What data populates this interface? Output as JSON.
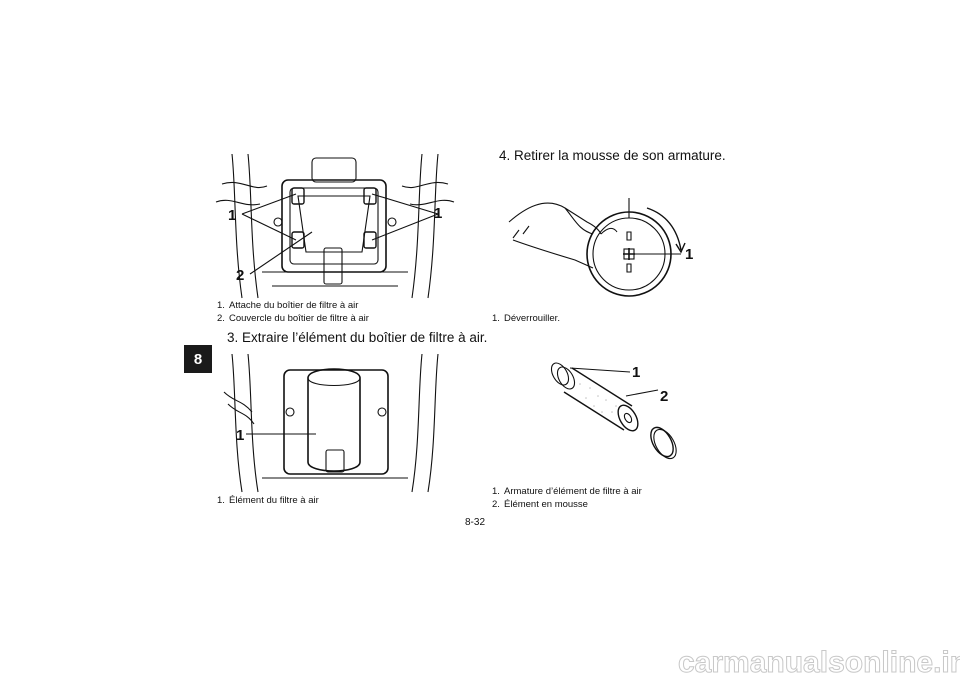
{
  "chapter_tab": "8",
  "figure1": {
    "callouts": [
      "1",
      "1",
      "2"
    ],
    "captions": [
      {
        "num": "1.",
        "text": "Attache du boîtier de filtre à air"
      },
      {
        "num": "2.",
        "text": "Couvercle du boîtier de filtre à air"
      }
    ]
  },
  "step3": {
    "num": "3.",
    "text": "Extraire l’élément du boîtier de filtre à air."
  },
  "figure2": {
    "callouts": [
      "1"
    ],
    "captions": [
      {
        "num": "1.",
        "text": "Élément du filtre à air"
      }
    ]
  },
  "step4": {
    "num": "4.",
    "text": "Retirer la mousse de son armature."
  },
  "figure3": {
    "callouts": [
      "1"
    ],
    "captions": [
      {
        "num": "1.",
        "text": "Déverrouiller."
      }
    ]
  },
  "figure4": {
    "callouts": [
      "1",
      "2"
    ],
    "captions": [
      {
        "num": "1.",
        "text": "Armature d’élément de filtre à air"
      },
      {
        "num": "2.",
        "text": "Élément en mousse"
      }
    ]
  },
  "page_number": "8-32",
  "watermark": "carmanualsonline.info"
}
